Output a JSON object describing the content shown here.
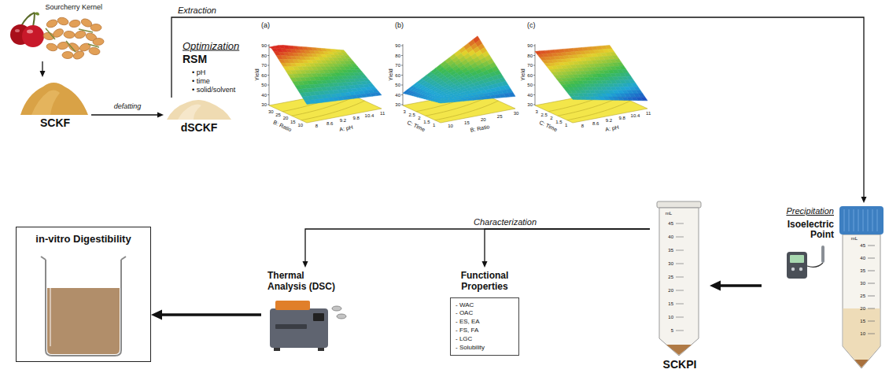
{
  "diagram": {
    "nodes": [
      {
        "text": [
          "Sourcherry Kernel"
        ]
      },
      {
        "text": [
          "SCKF"
        ]
      },
      {
        "text": [
          "dSCKF"
        ]
      },
      {
        "text": [
          "Precipitation",
          "Isoelectric Point"
        ]
      },
      {
        "text": [
          "SCKPI"
        ]
      },
      {
        "text": [
          "Functional Properties",
          "- WAC",
          "- OAC",
          "- ES, EA",
          "- FS, FA",
          "- LGC",
          "- Solubility"
        ]
      },
      {
        "text": [
          "Thermal Analysis (DSC)"
        ]
      },
      {
        "text": [
          "in-vitro Digestibility"
        ]
      }
    ],
    "edges": [
      {
        "from": 0,
        "to": 1,
        "arrow": "to"
      },
      {
        "from": 1,
        "to": 2,
        "label": "defatting",
        "arrow": "to"
      },
      {
        "from": 2,
        "to": 3,
        "label": "Extraction",
        "arrow": "to"
      },
      {
        "from": 3,
        "to": 4,
        "arrow": "to"
      },
      {
        "from": 4,
        "to": 5,
        "label": "Characterization",
        "arrow": "to"
      },
      {
        "from": 4,
        "to": 6,
        "arrow": "to"
      },
      {
        "from": 6,
        "to": 7,
        "arrow": "to"
      }
    ],
    "labels": [
      "Optimization",
      "RSM",
      "• pH",
      "• time",
      "• solid/solvent",
      "(a)",
      "Yield",
      "90",
      "80",
      "70",
      "60",
      "50",
      "40",
      "30",
      "B: Ratio",
      "30",
      "25",
      "20",
      "15",
      "10",
      "A: pH",
      "8",
      "8.6",
      "9.2",
      "9.8",
      "10.4",
      "11",
      "(b)",
      "Yield",
      "90",
      "80",
      "70",
      "60",
      "50",
      "40",
      "30",
      "C: Time",
      "3",
      "2.5",
      "2",
      "1.5",
      "1",
      "B: Ratio",
      "10",
      "15",
      "20",
      "25",
      "30",
      "(c)",
      "Yield",
      "90",
      "80",
      "70",
      "60",
      "50",
      "40",
      "30",
      "C: Time",
      "3",
      "2.5",
      "2",
      "1.5",
      "1",
      "A: pH",
      "8",
      "8.6",
      "9.2",
      "9.8",
      "10.4",
      "11",
      "mL",
      "45",
      "40",
      "35",
      "30",
      "25",
      "20",
      "15",
      "10",
      "mL",
      "45",
      "40",
      "35",
      "30",
      "25",
      "20",
      "15",
      "10",
      "5"
    ]
  }
}
